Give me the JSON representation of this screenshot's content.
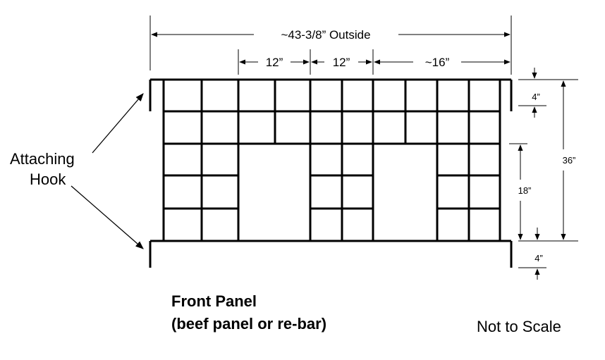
{
  "dimensions": {
    "outside_width": "~43-3/8” Outside",
    "segment_1": "12”",
    "segment_2": "12”",
    "segment_3": "~16”",
    "top_strip": "4”",
    "opening_height": "18”",
    "total_height": "36”",
    "bottom_hook": "4”"
  },
  "labels": {
    "hook_line1": "Attaching",
    "hook_line2": "Hook"
  },
  "caption": {
    "line1": "Front Panel",
    "line2": "(beef panel or re-bar)",
    "scale_note": "Not to Scale"
  }
}
